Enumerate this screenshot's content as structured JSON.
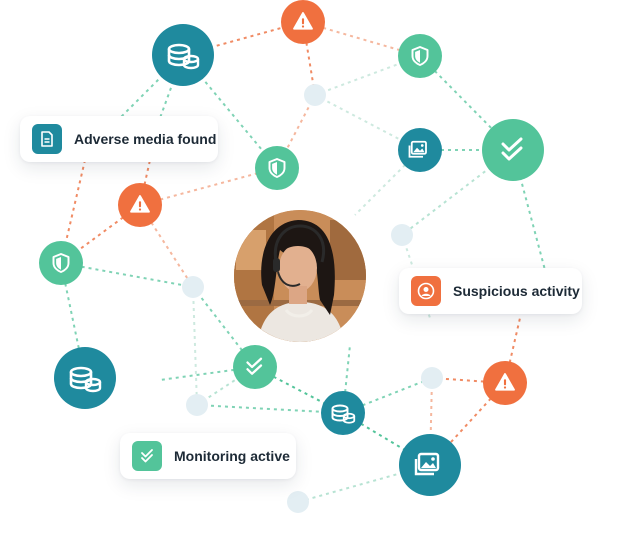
{
  "colors": {
    "teal": "#1f8a9e",
    "green": "#53c49a",
    "orange": "#f0703f",
    "dot": "#e3eef3",
    "line_green": "#7fd3b5",
    "line_orange": "#f08b64"
  },
  "cards": {
    "adverse_media": {
      "label": "Adverse media found",
      "icon": "document-icon"
    },
    "suspicious_activity": {
      "label": "Suspicious activity",
      "icon": "user-icon"
    },
    "monitoring_active": {
      "label": "Monitoring active",
      "icon": "check-icon"
    }
  },
  "nodes": [
    {
      "kind": "teal",
      "icon": "coins-icon"
    },
    {
      "kind": "orange",
      "icon": "warning-icon"
    },
    {
      "kind": "green",
      "icon": "shield-icon"
    },
    {
      "kind": "teal",
      "icon": "image-icon"
    },
    {
      "kind": "green",
      "icon": "check-icon"
    },
    {
      "kind": "green",
      "icon": "shield-icon"
    },
    {
      "kind": "orange",
      "icon": "warning-icon"
    },
    {
      "kind": "green",
      "icon": "shield-icon"
    },
    {
      "kind": "teal",
      "icon": "coins-icon"
    },
    {
      "kind": "green",
      "icon": "check-icon"
    },
    {
      "kind": "teal",
      "icon": "coins-icon"
    },
    {
      "kind": "orange",
      "icon": "warning-icon"
    },
    {
      "kind": "teal",
      "icon": "image-icon"
    }
  ],
  "center": {
    "icon": "agent-with-headset"
  }
}
